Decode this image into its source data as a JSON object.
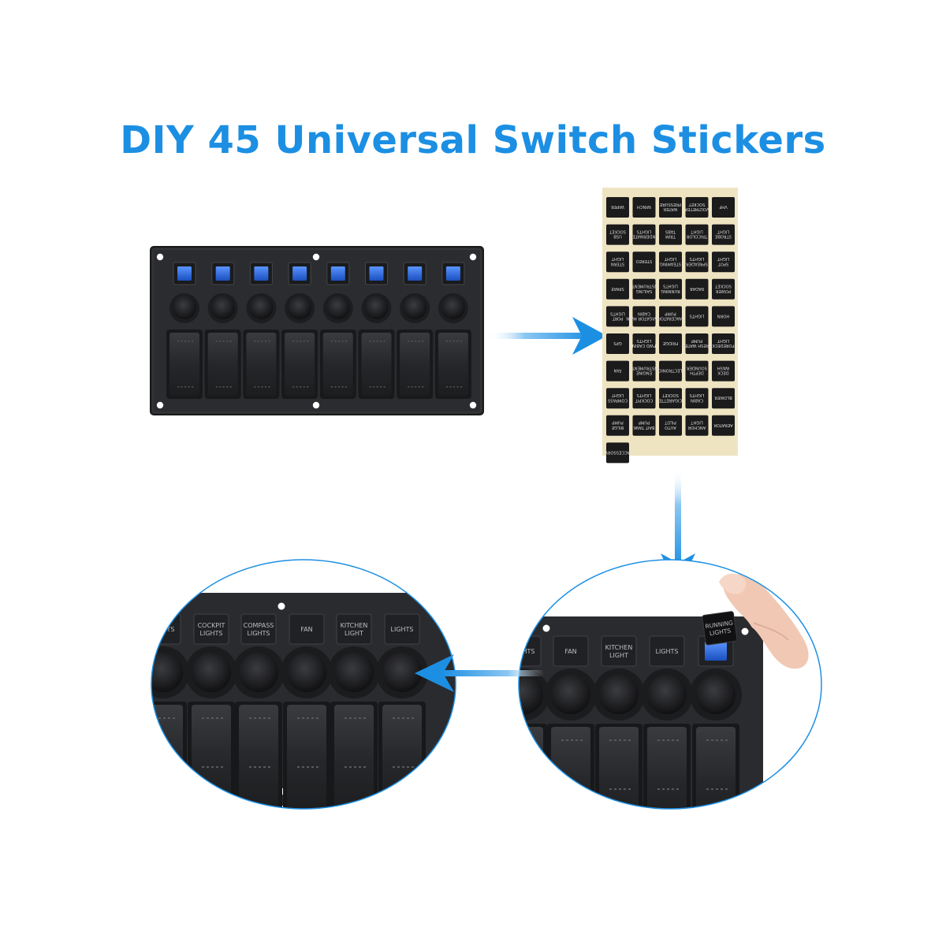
{
  "title": "DIY 45 Universal Switch Stickers",
  "colors": {
    "accent": "#1c8fe3",
    "panel": "#2a2b2e",
    "sticker_backing": "#efe4c2",
    "sticker_tile": "#1b1b1c",
    "led": "#1f5fd6"
  },
  "sticker_sheet": {
    "labels": [
      [
        "WIPER",
        "WINCH",
        "WATER PRESSURE",
        "VOLTMETER SOCKET",
        "VHF"
      ],
      [
        "USB SOCKET",
        "UNDERWATER LIGHTS",
        "TRIM TABS",
        "TRICOLOR LIGHT",
        "STROBE LIGHT"
      ],
      [
        "STERN LIGHT",
        "STEREO",
        "STEAMING LIGHT",
        "SPREADER LIGHTS",
        "SPOT LIGHT"
      ],
      [
        "SPARE",
        "SAILING INSTRUMENTS",
        "RUNNING LIGHTS",
        "RADAR",
        "POWER SOCKET"
      ],
      [
        "PORT LIGHTS",
        "NAVIGATOR MAIN CABIN",
        "MACERATOR PUMP",
        "LIGHTS",
        "HORN"
      ],
      [
        "GPS",
        "FWD CABIN LIGHTS",
        "FRIDGE",
        "FRESH WATER PUMP",
        "FOREDECK LIGHT"
      ],
      [
        "FAN",
        "ENGINE INSTRUMENTS",
        "ELECTRONICS",
        "DEPTH SOUNDER",
        "DECK WASH"
      ],
      [
        "COMPASS LIGHT",
        "COCKPIT LIGHTS",
        "CIGARETTE SOCKET",
        "CABIN LIGHTS",
        "BLOWER"
      ],
      [
        "BILGE PUMP",
        "BAIT TANK PUMP",
        "AUTO PILOT",
        "ANCHOR LIGHT",
        "AERATOR"
      ],
      [
        "ACCESSORY"
      ]
    ]
  },
  "left_closeup": {
    "labels": [
      "LIGHTS",
      "COCKPIT LIGHTS",
      "COMPASS LIGHTS",
      "FAN",
      "KITCHEN LIGHT",
      "LIGHTS"
    ]
  },
  "right_closeup": {
    "labels": [
      "LIGHTS",
      "FAN",
      "KITCHEN LIGHT",
      "LIGHTS"
    ],
    "held_sticker": "RUNNING LIGHTS"
  }
}
